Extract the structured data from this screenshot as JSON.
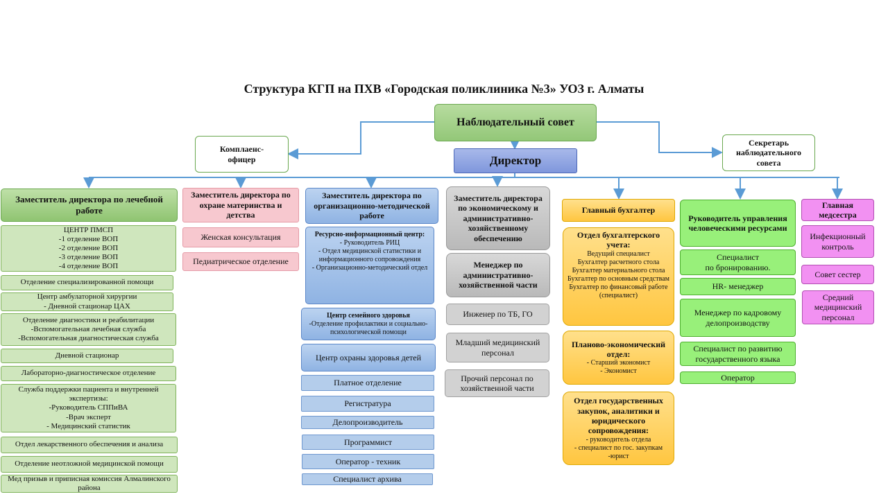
{
  "title": "Структура  КГП на ПХВ «Городская поликлиника №3» УОЗ г. Алматы",
  "top": {
    "council": "Наблюдательный совет",
    "director": "Директор",
    "compliance": "Комплаенс-\nофицер",
    "secretary": "Секретарь\nнаблюдательного\nсовета"
  },
  "col1": {
    "head": "Заместитель директора  по лечебной работе",
    "items": [
      "ЦЕНТР ПМСП\n-1 отделение ВОП\n-2 отделение ВОП\n-3 отделение ВОП\n-4 отделение ВОП",
      "Отделение специализированной помощи",
      "Центр амбулаторной хирургии\n- Дневной стационар ЦАХ",
      "Отделение диагностики и реабилитации\n-Вспомогательная лечебная служба\n-Вспомогательная диагностическая служба",
      "Дневной стационар",
      "Лабораторно-диагностическое отделение",
      "Служба поддержки пациента и внутренней экспертизы:\n-Руководитель СППиВА\n-Врач эксперт\n- Медицинский статистик",
      "Отдел лекарственного обеспечения и анализа",
      "Отделение неотложной медицинской помощи",
      "Мед призыв и приписная комиссия Алмалинского района"
    ]
  },
  "col2": {
    "head": "Заместитель  директора по охране  материнства и детства",
    "items": [
      "Женская консультация",
      "Педиатрическое отделение"
    ]
  },
  "col3": {
    "head": "Заместитель  директора  по организационно-методической  работе",
    "items": [
      "Ресурсно-информационный центр:",
      "- Руководитель РИЦ\n- Отдел медицинской статистики и информационного сопровождения\n- Организационно-методический отдел",
      "Центр семейного здоровья",
      "-Отделение профилактики и социально-психологической помощи",
      "Центр охраны здоровья детей",
      "Платное отделение",
      "Регистратура",
      "Делопроизводитель",
      "Программист",
      "Оператор - техник",
      "Специалист  архива"
    ]
  },
  "col4": {
    "head": "Заместитель директора   по экономическому  и административно-хозяйственному обеспечению",
    "items": [
      "Менеджер  по административно-хозяйственной части",
      "Инженер  по ТБ, ГО",
      "Младший медицинский персонал",
      "Прочий персонал по хозяйственной  части"
    ]
  },
  "col5": {
    "head": "Главный  бухгалтер",
    "items": [
      "Отдел бухгалтерского учета:",
      "Ведущий специалист\nБухгалтер расчетного стола\nБухгалтер материального стола\nБухгалтер по основным средствам\nБухгалтер по финансовый работе (специалист)",
      "Планово-экономический отдел:",
      "- Старший экономист\n- Экономист",
      "Отдел государственных закупок, аналитики и юридического сопровождения:",
      "- руководитель отдела\n- специалист по гос. закупкам\n-юрист"
    ]
  },
  "col6": {
    "head": "Руководитель управления человеческими ресурсами",
    "items": [
      "Специалист\nпо бронированию.",
      "HR- менеджер",
      "Менеджер по кадровому делопроизводству",
      "Специалист  по развитию государственного языка",
      "Оператор"
    ]
  },
  "col7": {
    "head": "Главная медсестра",
    "items": [
      "Инфекционный контроль",
      "Совет сестер",
      "Средний медицинский персонал"
    ]
  },
  "colors": {
    "line": "#5b9bd5"
  }
}
